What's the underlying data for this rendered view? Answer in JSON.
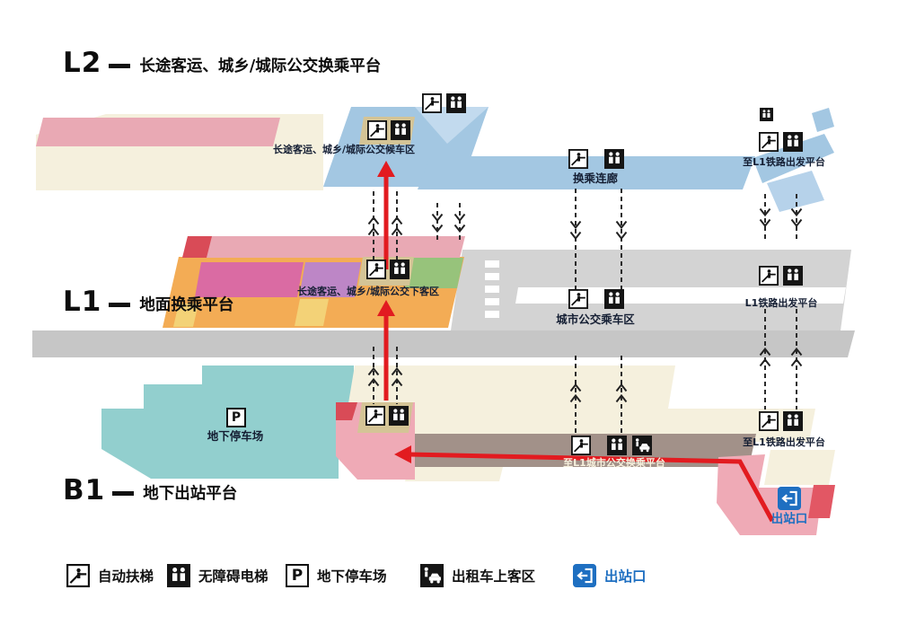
{
  "levels": {
    "l2": {
      "code": "L2",
      "title": "长途客运、城乡/城际公交换乘平台"
    },
    "l1": {
      "code": "L1",
      "title": "地面换乘平台"
    },
    "b1": {
      "code": "B1",
      "title": "地下出站平台"
    }
  },
  "areas": {
    "l2_waiting": "长途客运、城乡/城际公交候车区",
    "l2_corridor": "换乘连廊",
    "l2_to_rail": "至L1铁路出发平台",
    "l1_dropoff": "长途客运、城乡/城际公交下客区",
    "l1_citybus": "城市公交乘车区",
    "l1_rail": "L1铁路出发平台",
    "b1_parking": "地下停车场",
    "b1_parking_symbol": "P",
    "b1_to_citybus": "至L1城市公交换乘平台",
    "b1_to_rail": "至L1铁路出发平台",
    "b1_exit": "出站口"
  },
  "legend": {
    "items": [
      {
        "icon": "escalator-icon",
        "label": "自动扶梯"
      },
      {
        "icon": "elevator-icon",
        "label": "无障碍电梯"
      },
      {
        "icon": "parking-icon",
        "label": "地下停车场",
        "symbol": "P"
      },
      {
        "icon": "taxi-icon",
        "label": "出租车上客区"
      },
      {
        "icon": "exit-icon",
        "label": "出站口"
      }
    ]
  },
  "colors": {
    "platform_blue": "#a3c7e2",
    "platform_blue_light": "#c2daee",
    "pink_band": "#e9a9b4",
    "red_accent": "#d94b57",
    "cream": "#f5f0dd",
    "tan_plate": "#d4c496",
    "orange": "#f3ac55",
    "magenta": "#da6ba3",
    "purple": "#bd86c6",
    "green": "#97c37b",
    "yellow": "#f3d277",
    "teal": "#92cfce",
    "road_gray": "#d3d3d3",
    "band_gray": "#c6c6c6",
    "brown": "#a29189",
    "exit_pink": "#efaab6",
    "route_red": "#e21b20",
    "exit_blue": "#1e6fc1"
  }
}
